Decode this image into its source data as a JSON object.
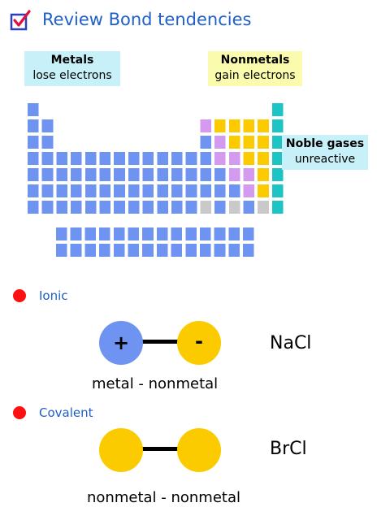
{
  "title": "Review Bond tendencies",
  "title_icon": "checkbox-checked-icon",
  "labels": {
    "metals": {
      "heading": "Metals",
      "sub": "lose electrons"
    },
    "nonmetals": {
      "heading": "Nonmetals",
      "sub": "gain electrons"
    },
    "noble": {
      "heading": "Noble gases",
      "sub": "unreactive"
    }
  },
  "colors": {
    "metal": "#6f93f0",
    "nonmetal": "#fbcb00",
    "metalloid": "#d49af0",
    "noble_gas": "#1cc4c4",
    "unknown": "#c9c9c9",
    "title": "#1f5fc9",
    "bullet": "#ff1010"
  },
  "sections": [
    {
      "bullet_icon": "red-dot-icon",
      "label": "Ionic",
      "atoms": [
        {
          "symbol": "+",
          "color": "#6f93f0"
        },
        {
          "symbol": "-",
          "color": "#fbcb00"
        }
      ],
      "formula": "NaCl",
      "caption": "metal - nonmetal"
    },
    {
      "bullet_icon": "red-dot-icon",
      "label": "Covalent",
      "atoms": [
        {
          "symbol": "",
          "color": "#fbcb00"
        },
        {
          "symbol": "",
          "color": "#fbcb00"
        }
      ],
      "formula": "BrCl",
      "caption": "nonmetal - nonmetal"
    }
  ]
}
